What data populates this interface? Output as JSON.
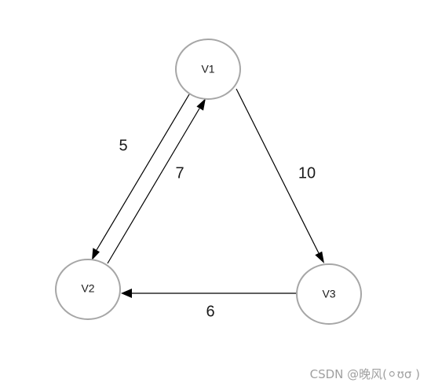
{
  "graph": {
    "nodes": [
      {
        "id": "V1",
        "label": "V1"
      },
      {
        "id": "V2",
        "label": "V2"
      },
      {
        "id": "V3",
        "label": "V3"
      }
    ],
    "edges": [
      {
        "from": "V1",
        "to": "V2",
        "weight": "5"
      },
      {
        "from": "V2",
        "to": "V1",
        "weight": "7"
      },
      {
        "from": "V1",
        "to": "V3",
        "weight": "10"
      },
      {
        "from": "V3",
        "to": "V2",
        "weight": "6"
      }
    ],
    "colors": {
      "node_stroke": "#a6a6a6",
      "edge": "#000000",
      "text": "#1a1a1a"
    }
  },
  "watermark": "CSDN @晚风(⚪ʊσ )"
}
